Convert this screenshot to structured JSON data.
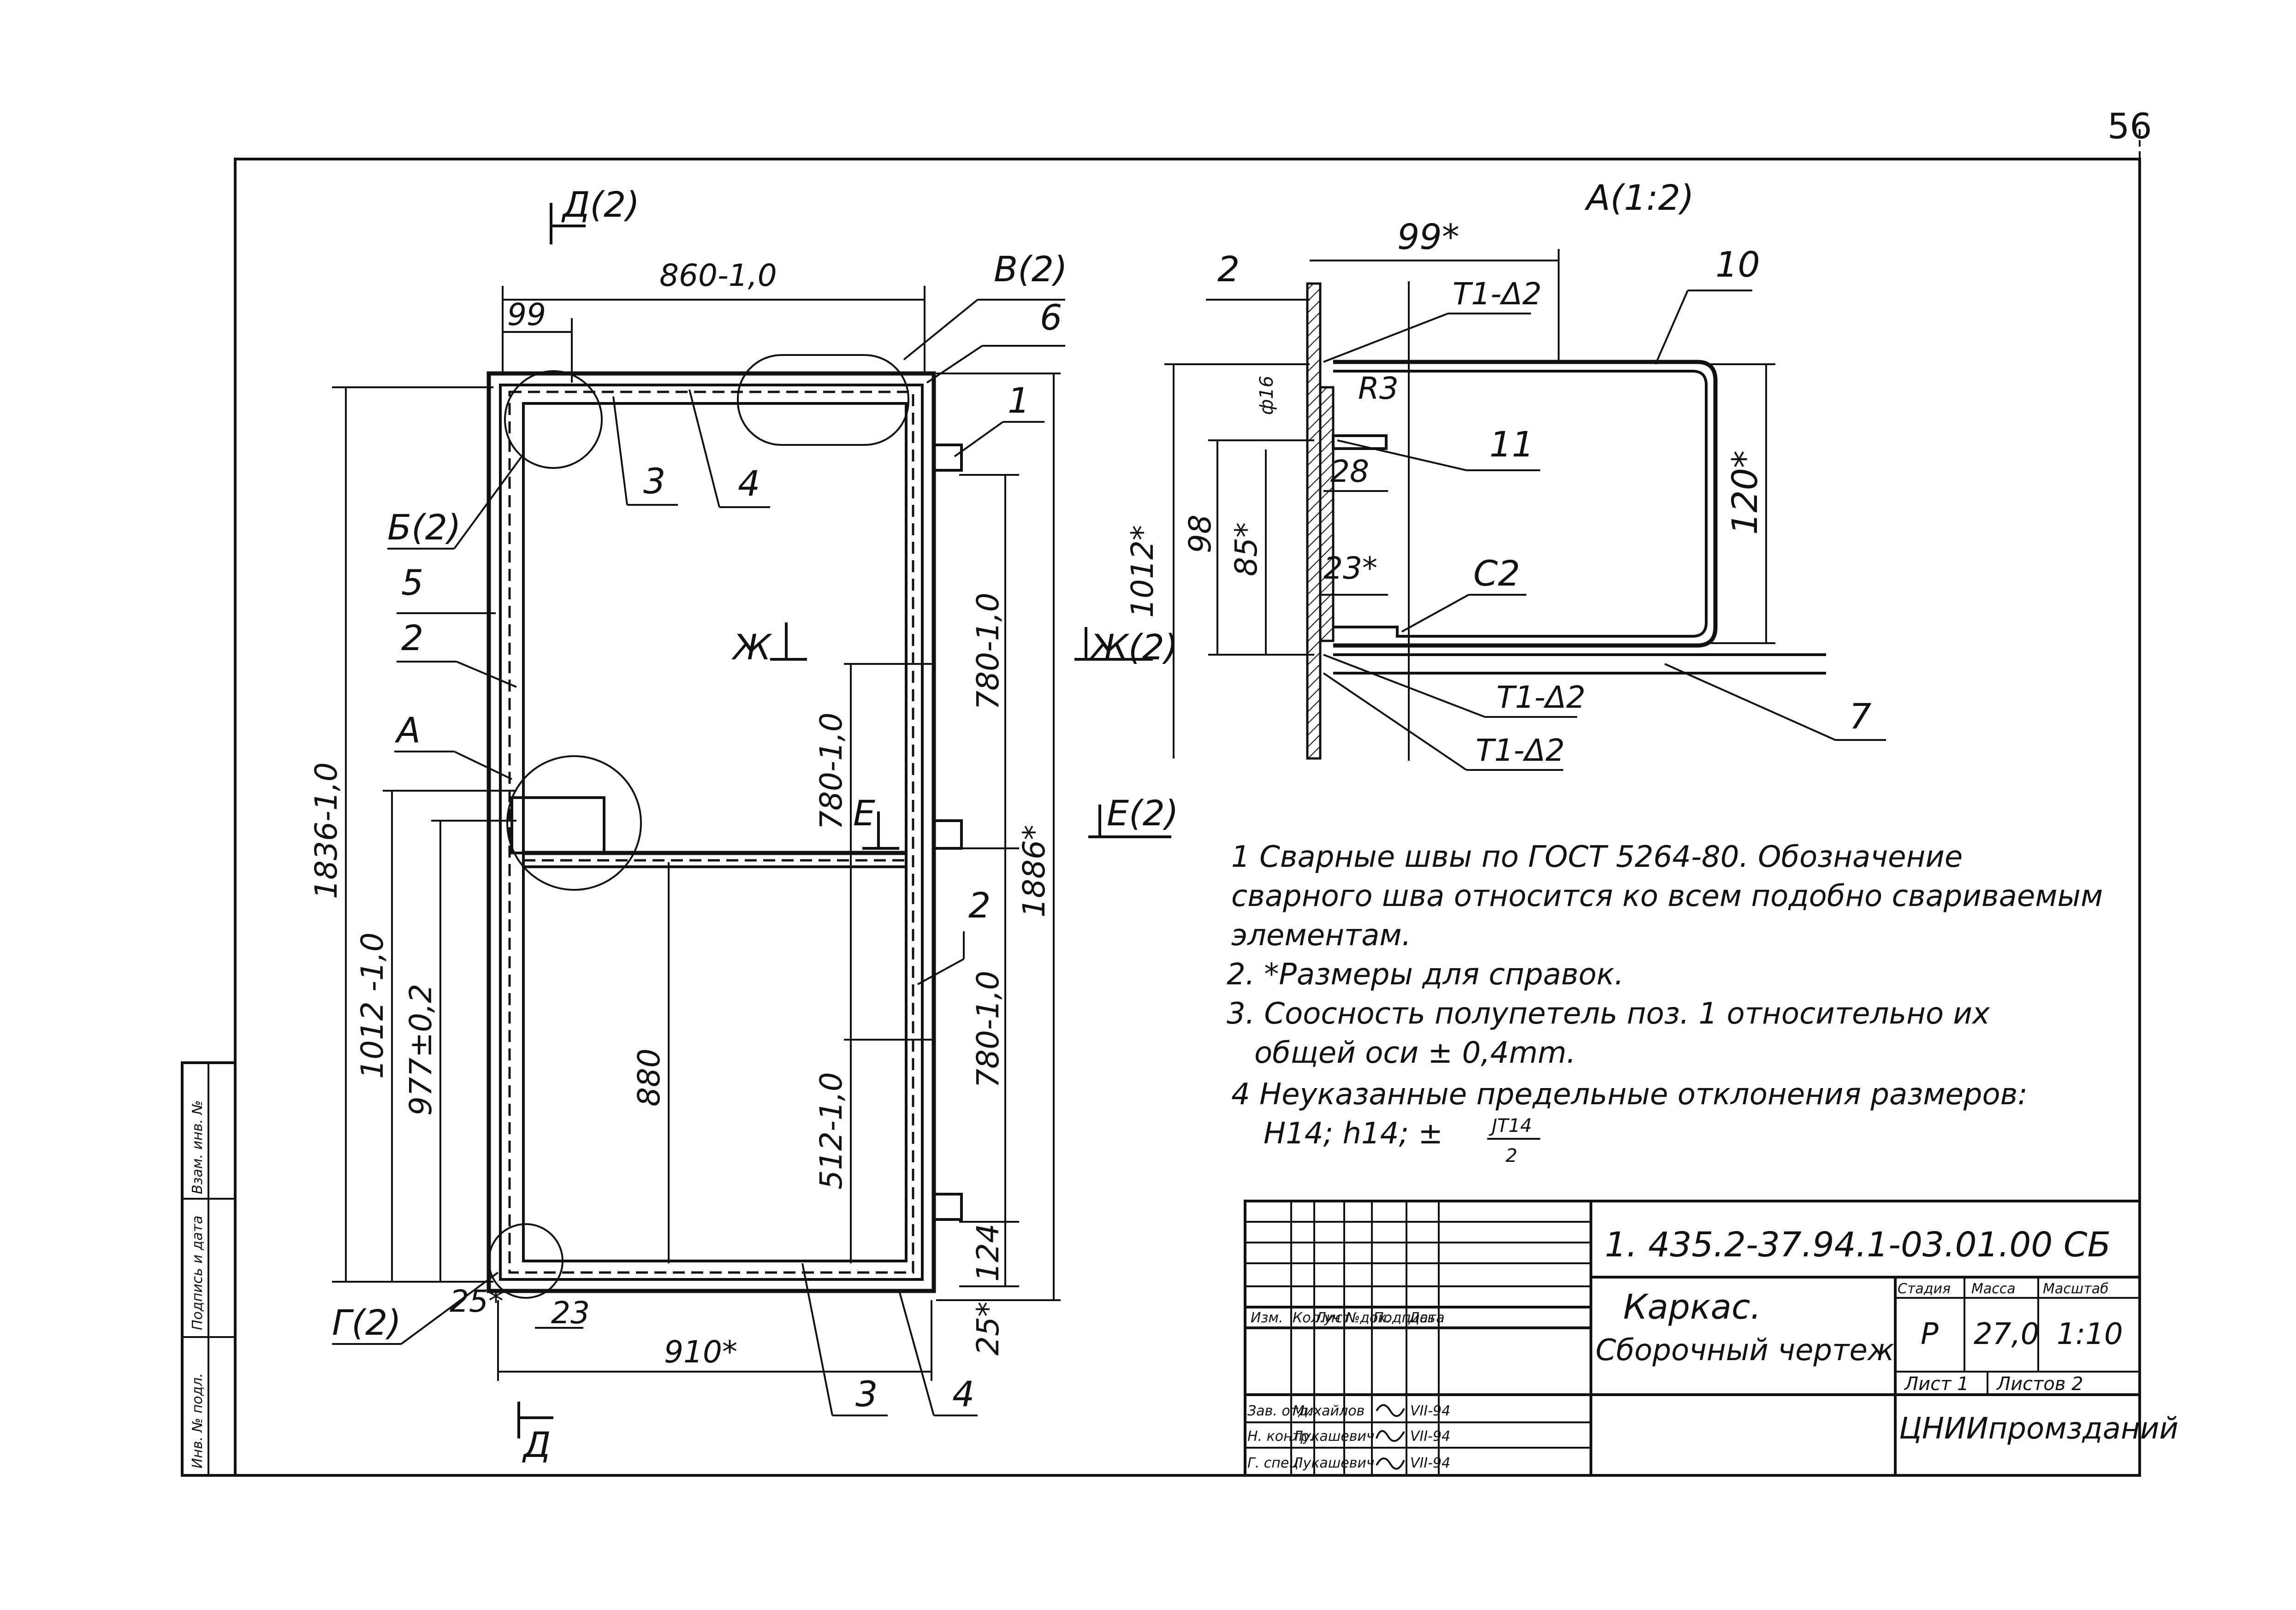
{
  "sheet_number": "56",
  "main_view": {
    "section_top": "Д(2)",
    "section_bottom": "Д",
    "dim_top_width": "860-1,0",
    "dim_top_99": "99",
    "dim_height_left": "1836-1,0",
    "dim_1012": "1012 -1,0",
    "dim_977": "977±0,2",
    "dim_880": "880",
    "dim_780_mid": "780-1,0",
    "dim_512": "512-1,0",
    "dim_780_upper": "780-1,0",
    "dim_780_lower": "780-1,0",
    "dim_1886": "1886*",
    "dim_124": "124",
    "dim_25_right": "25*",
    "dim_25_left": "25*",
    "dim_23": "23",
    "dim_910": "910*",
    "label_V2": "В(2)",
    "label_B2": "Б(2)",
    "label_A": "А",
    "label_G2": "Г(2)",
    "label_Zh": "Ж",
    "label_Zh2": "Ж(2)",
    "label_E": "Е",
    "label_E2": "Е(2)",
    "pos_6": "6",
    "pos_1": "1",
    "pos_3_top": "3",
    "pos_4_top": "4",
    "pos_5": "5",
    "pos_2_left": "2",
    "pos_2_right": "2",
    "pos_3_bottom": "3",
    "pos_4_bottom": "4"
  },
  "detail_view": {
    "title": "А(1:2)",
    "dim_99": "99*",
    "pos_2": "2",
    "pos_10": "10",
    "weld_top": "Т1-Δ2",
    "r3": "R3",
    "dia_16": "ф16",
    "pos_11": "11",
    "dim_28": "28",
    "dim_120": "120*",
    "dim_1012": "1012*",
    "dim_98": "98",
    "dim_85": "85*",
    "dim_23": "23*",
    "c2": "С2",
    "weld_mid": "Т1-Δ2",
    "weld_bot": "Т1-Δ2",
    "pos_7": "7"
  },
  "notes": [
    "1  Сварные  швы по ГОСТ 5264-80. Обозначение",
    "сварного шва относится ко всем  подобно свариваемым",
    "элементам.",
    "2. *Размеры  для справок.",
    "3. Соосность полупетель поз. 1 относительно их",
    "общей  оси ± 0,4mm.",
    "4 Неуказанные предельные отклонения размеров:",
    "H14; h14; ±"
  ],
  "note_fraction": {
    "num": "JT14",
    "den": "2"
  },
  "title_block": {
    "code": "1. 435.2-37.94.1-03.01.00 СБ",
    "name_line1": "Каркас.",
    "name_line2": "Сборочный чертеж",
    "stage_label": "Стадия",
    "mass_label": "Масса",
    "scale_label": "Масштаб",
    "stage": "Р",
    "mass": "27,0",
    "scale": "1:10",
    "sheet_label": "Лист 1",
    "sheets_label": "Листов 2",
    "org": "ЦНИИпромзданий",
    "header_cols": [
      "Изм.",
      "Кол.уч",
      "Лист",
      "№док.",
      "Подпись",
      "Дата"
    ],
    "sign_rows": [
      {
        "role": "Зав. отд.",
        "name": "Михайлов",
        "date": "VII-94"
      },
      {
        "role": "Н. контр.",
        "name": "Лукашевич",
        "date": "VII-94"
      },
      {
        "role": "Г. спец.",
        "name": "Лукашевич",
        "date": "VII-94"
      }
    ]
  },
  "side_stamp": [
    "Инв. № подл.",
    "Подпись и дата",
    "Взам. инв. №"
  ]
}
